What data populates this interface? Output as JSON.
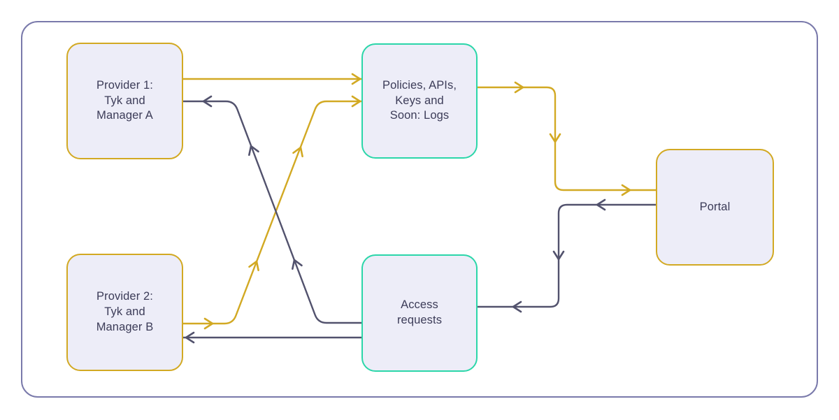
{
  "diagram": {
    "type": "flowchart",
    "nodes": [
      {
        "id": "provider1",
        "label": "Provider 1:\nTyk and\nManager A",
        "accent": "yellow"
      },
      {
        "id": "provider2",
        "label": "Provider 2:\nTyk and\nManager B",
        "accent": "yellow"
      },
      {
        "id": "policies",
        "label": "Policies, APIs,\nKeys and\nSoon: Logs",
        "accent": "teal"
      },
      {
        "id": "access",
        "label": "Access\nrequests",
        "accent": "teal"
      },
      {
        "id": "portal",
        "label": "Portal",
        "accent": "yellow"
      }
    ],
    "edges": [
      {
        "from": "provider1",
        "to": "policies",
        "color": "yellow",
        "style": "straight-horizontal"
      },
      {
        "from": "provider2",
        "to": "policies",
        "color": "yellow",
        "style": "diagonal-cross"
      },
      {
        "from": "access",
        "to": "provider1",
        "color": "dark",
        "style": "diagonal-cross"
      },
      {
        "from": "access",
        "to": "provider2",
        "color": "dark",
        "style": "straight-horizontal"
      },
      {
        "from": "policies",
        "to": "portal",
        "color": "yellow",
        "style": "elbow"
      },
      {
        "from": "portal",
        "to": "access",
        "color": "dark",
        "style": "elbow"
      }
    ],
    "palette": {
      "yellow": "#D2A923",
      "dark": "#52526D",
      "teal": "#2BD6A9",
      "node_fill": "#EDEDF8",
      "text": "#3C3C58",
      "frame_border": "#7A7AAB",
      "background": "#FFFFFF"
    }
  }
}
